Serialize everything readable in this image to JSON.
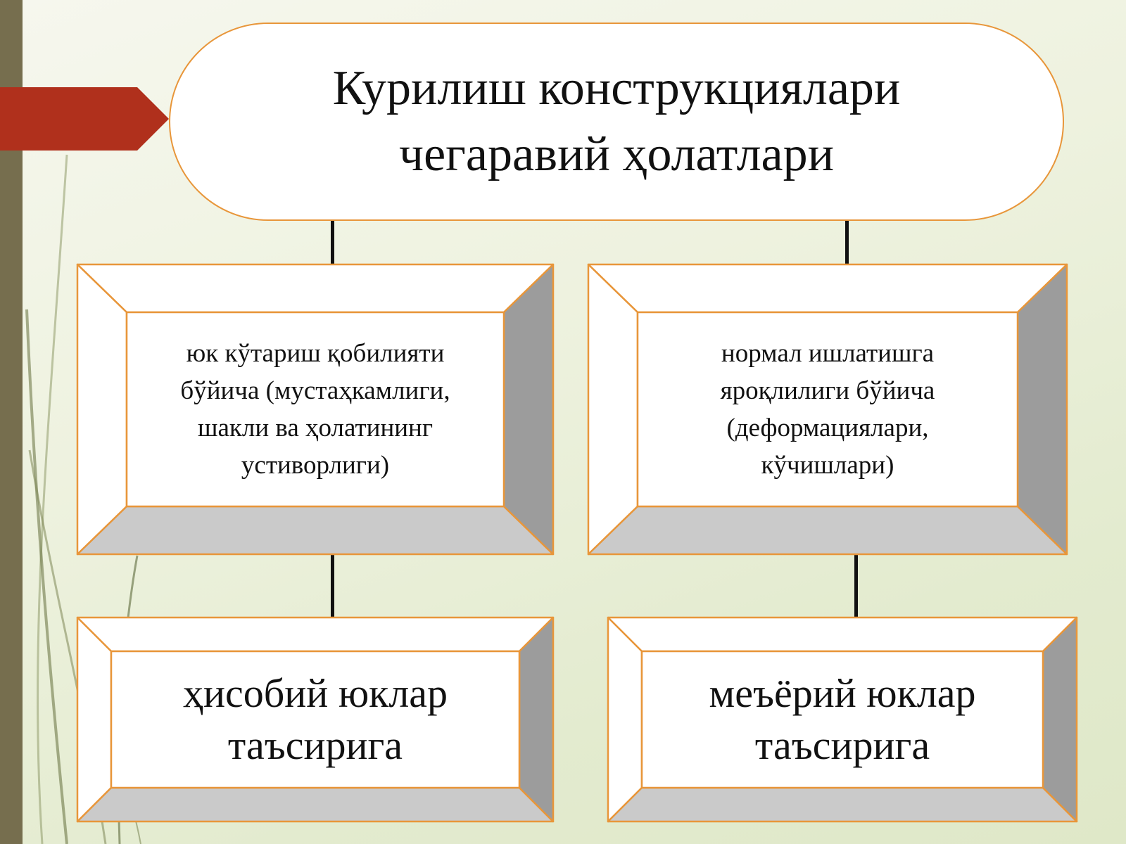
{
  "title": "Курилиш  конструкциялари\nчегаравий ҳолатлари",
  "boxes": {
    "top_left": "юк кўтариш қобилияти\nбўйича (мустаҳкамлиги,\nшакли ва ҳолатининг\nустиворлиги)",
    "top_right": "нормал ишлатишга\nяроқлилиги бўйича\n(деформациялари,\nкўчишлари)",
    "bottom_left": "ҳисобий юклар\nтаъсирига",
    "bottom_right": "меъёрий юклар\nтаъсирига"
  },
  "colors": {
    "border": "#e8963a",
    "arrow": "#b0301c",
    "bevel_light": "#ffffff",
    "bevel_shadow_bottom": "#cacaca",
    "bevel_shadow_right": "#9c9c9c",
    "side_bar": "#766e4e"
  }
}
